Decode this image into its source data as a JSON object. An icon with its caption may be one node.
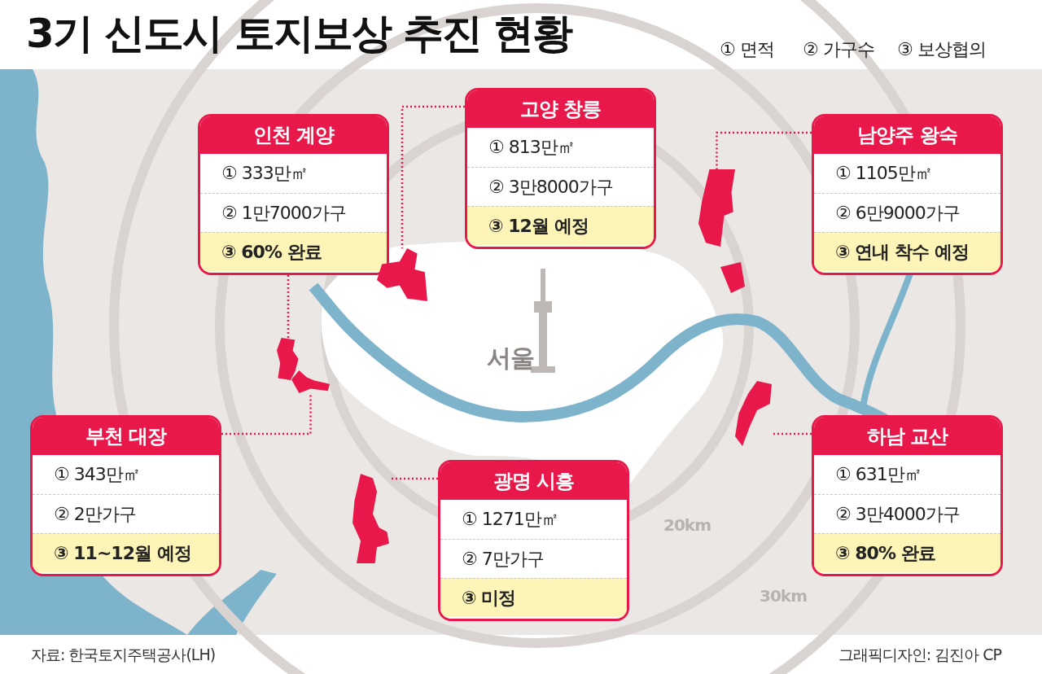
{
  "diagram": {
    "title": "3기 신도시 토지보상 추진 현황",
    "nodes": [
      {
        "text": [
          "인천 계양",
          "① 333만㎡",
          "② 1만7000가구",
          "③ 60% 완료"
        ]
      },
      {
        "text": [
          "고양 창릉",
          "① 813만㎡",
          "② 3만8000가구",
          "③ 12월 예정"
        ]
      },
      {
        "text": [
          "남양주 왕숙",
          "① 1105만㎡",
          "② 6만9000가구",
          "③ 연내 착수 예정"
        ]
      },
      {
        "text": [
          "부천 대장",
          "① 343만㎡",
          "② 2만가구",
          "③ 11~12월 예정"
        ]
      },
      {
        "text": [
          "광명 시흥",
          "① 1271만㎡",
          "② 7만가구",
          "③ 미정"
        ]
      },
      {
        "text": [
          "하남 교산",
          "① 631만㎡",
          "② 3만4000가구",
          "③ 80% 완료"
        ]
      },
      {
        "text": [],
        "shape": "region"
      },
      {
        "text": [],
        "shape": "region"
      },
      {
        "text": [],
        "shape": "region"
      },
      {
        "text": [],
        "shape": "region"
      },
      {
        "text": [],
        "shape": "region"
      },
      {
        "text": [],
        "shape": "region"
      }
    ],
    "edges": [
      {
        "from": 0,
        "to": 6,
        "arrow": "none",
        "style": "dashed"
      },
      {
        "from": 1,
        "to": 9,
        "arrow": "none",
        "style": "dashed"
      },
      {
        "from": 2,
        "to": 10,
        "arrow": "none",
        "style": "dashed"
      },
      {
        "from": 3,
        "to": 7,
        "arrow": "none",
        "style": "dashed"
      },
      {
        "from": 4,
        "to": 8,
        "arrow": "none",
        "style": "dashed"
      },
      {
        "from": 5,
        "to": 11,
        "arrow": "none",
        "style": "dashed"
      }
    ],
    "labels": [
      "① 면적",
      "② 가구수",
      "③ 보상협의",
      "서울",
      "20km",
      "30km",
      "자료: 한국토지주택공사(LH)",
      "그래픽디자인: 김진아 CP"
    ]
  }
}
